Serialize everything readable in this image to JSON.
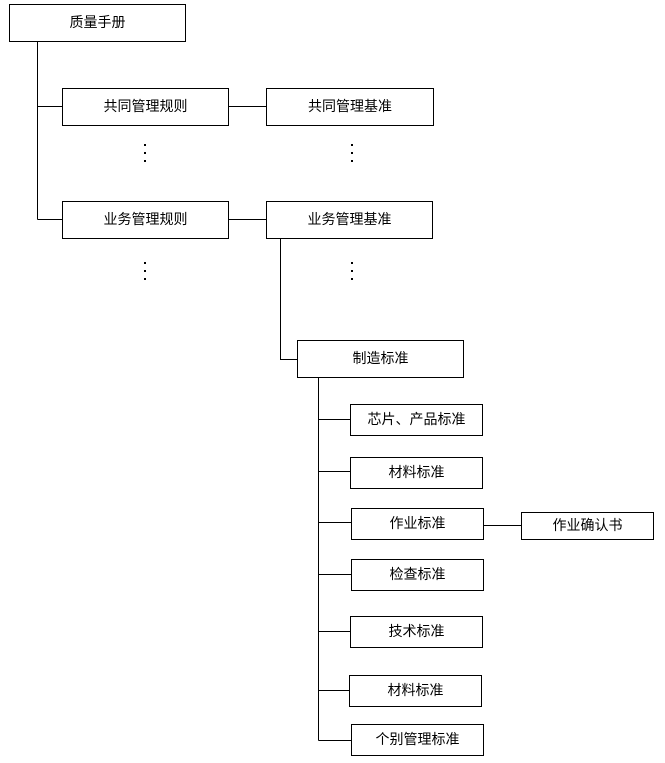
{
  "nodes": {
    "quality_manual": "质量手册",
    "common_rules": "共同管理规则",
    "common_standard": "共同管理基准",
    "business_rules": "业务管理规则",
    "business_standard": "业务管理基准",
    "manufacturing_standard": "制造标准",
    "chip_product_standard": "芯片、产品标准",
    "material_standard_1": "材料标准",
    "work_standard": "作业标准",
    "work_confirmation": "作业确认书",
    "inspection_standard": "检查标准",
    "technical_standard": "技术标准",
    "material_standard_2": "材料标准",
    "individual_management_standard": "个别管理标准"
  },
  "colors": {
    "line": "#000000",
    "box_fill": "#ffffff",
    "text": "#000000"
  }
}
